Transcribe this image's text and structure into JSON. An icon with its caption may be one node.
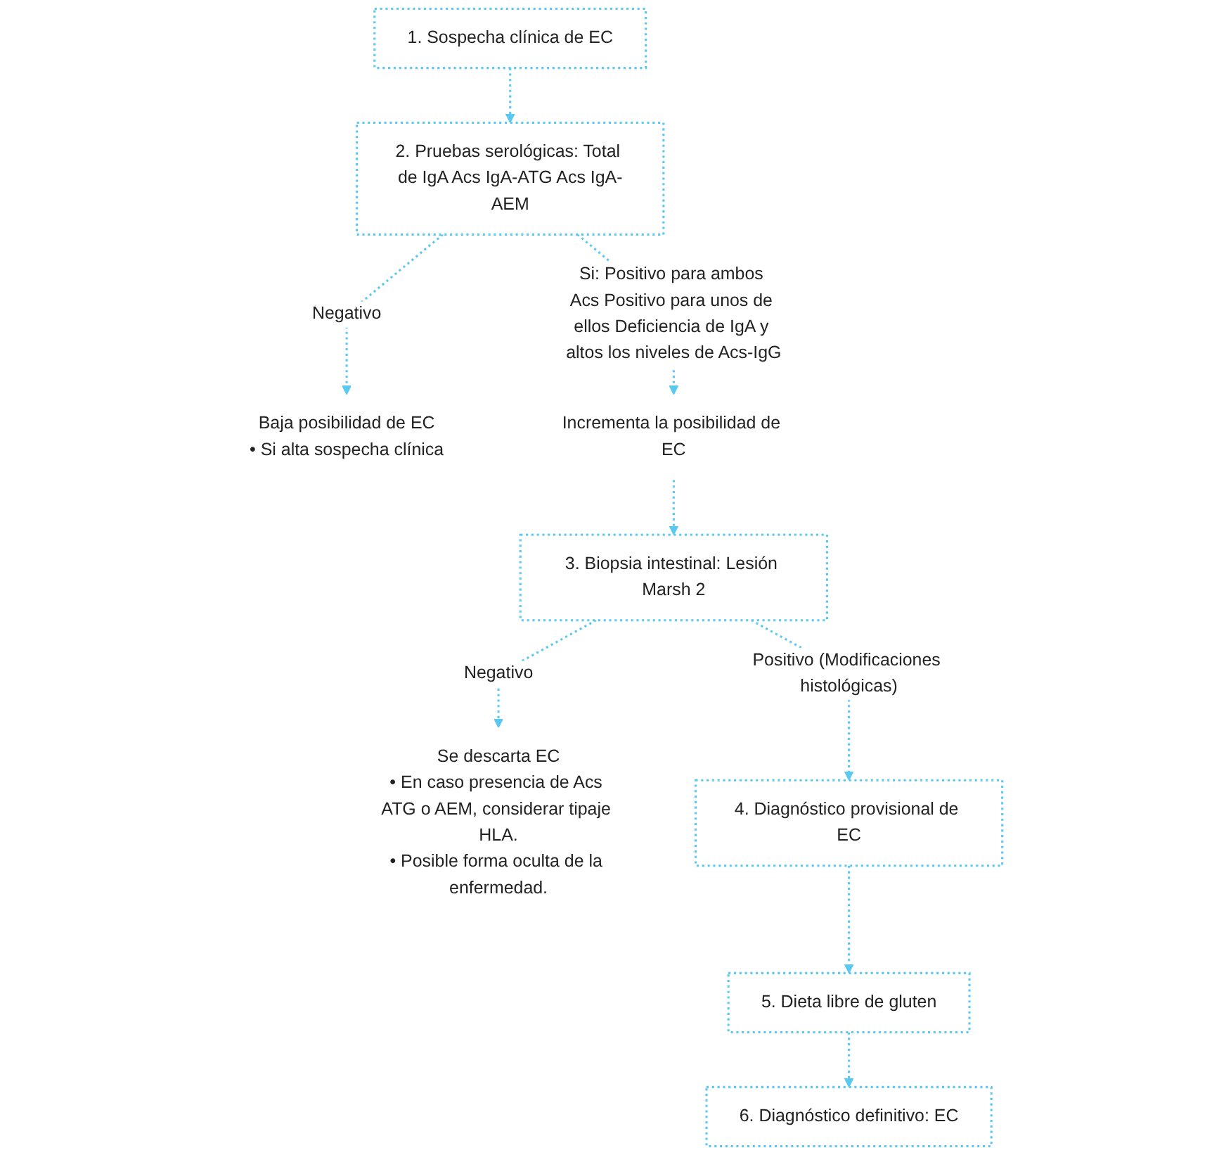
{
  "diagram": {
    "nodes": [
      {
        "text": [
          "1. Sospecha clínica de EC"
        ]
      },
      {
        "text": [
          "2. Pruebas serológicas: Total de IgA Acs IgA-ATG Acs IgA-AEM"
        ]
      },
      {
        "text": [
          "Baja posibilidad de EC",
          "• Si alta sospecha clínica"
        ]
      },
      {
        "text": [
          "Incrementa la posibilidad de EC"
        ]
      },
      {
        "text": [
          "3. Biopsia intestinal: Lesión Marsh 2"
        ]
      },
      {
        "text": [
          "Se descarta EC",
          "• En caso presencia de Acs ATG o AEM, considerar tipaje HLA.",
          "• Posible forma oculta de la enfermedad."
        ]
      },
      {
        "text": [
          "4. Diagnóstico provisional de EC"
        ]
      },
      {
        "text": [
          "5. Dieta libre de gluten"
        ]
      },
      {
        "text": [
          "6. Diagnóstico definitivo: EC"
        ]
      }
    ],
    "edges": [
      {
        "from": 0,
        "to": 1,
        "arrow": "to",
        "style": "dashed"
      },
      {
        "from": 1,
        "to": 2,
        "arrow": "to",
        "style": "dashed",
        "label": "Negativo"
      },
      {
        "from": 1,
        "to": 3,
        "arrow": "to",
        "style": "dashed",
        "label": "Si: Positivo para ambos Acs Positivo para unos de ellos Deficiencia de IgA y altos los niveles de Acs-IgG"
      },
      {
        "from": 3,
        "to": 4,
        "arrow": "to",
        "style": "dashed"
      },
      {
        "from": 4,
        "to": 5,
        "arrow": "to",
        "style": "dashed",
        "label": "Negativo"
      },
      {
        "from": 4,
        "to": 6,
        "arrow": "to",
        "style": "dashed",
        "label": "Positivo (Modificaciones histológicas)"
      },
      {
        "from": 6,
        "to": 7,
        "arrow": "to",
        "style": "dashed"
      },
      {
        "from": 7,
        "to": 8,
        "arrow": "to",
        "style": "dashed"
      }
    ]
  }
}
